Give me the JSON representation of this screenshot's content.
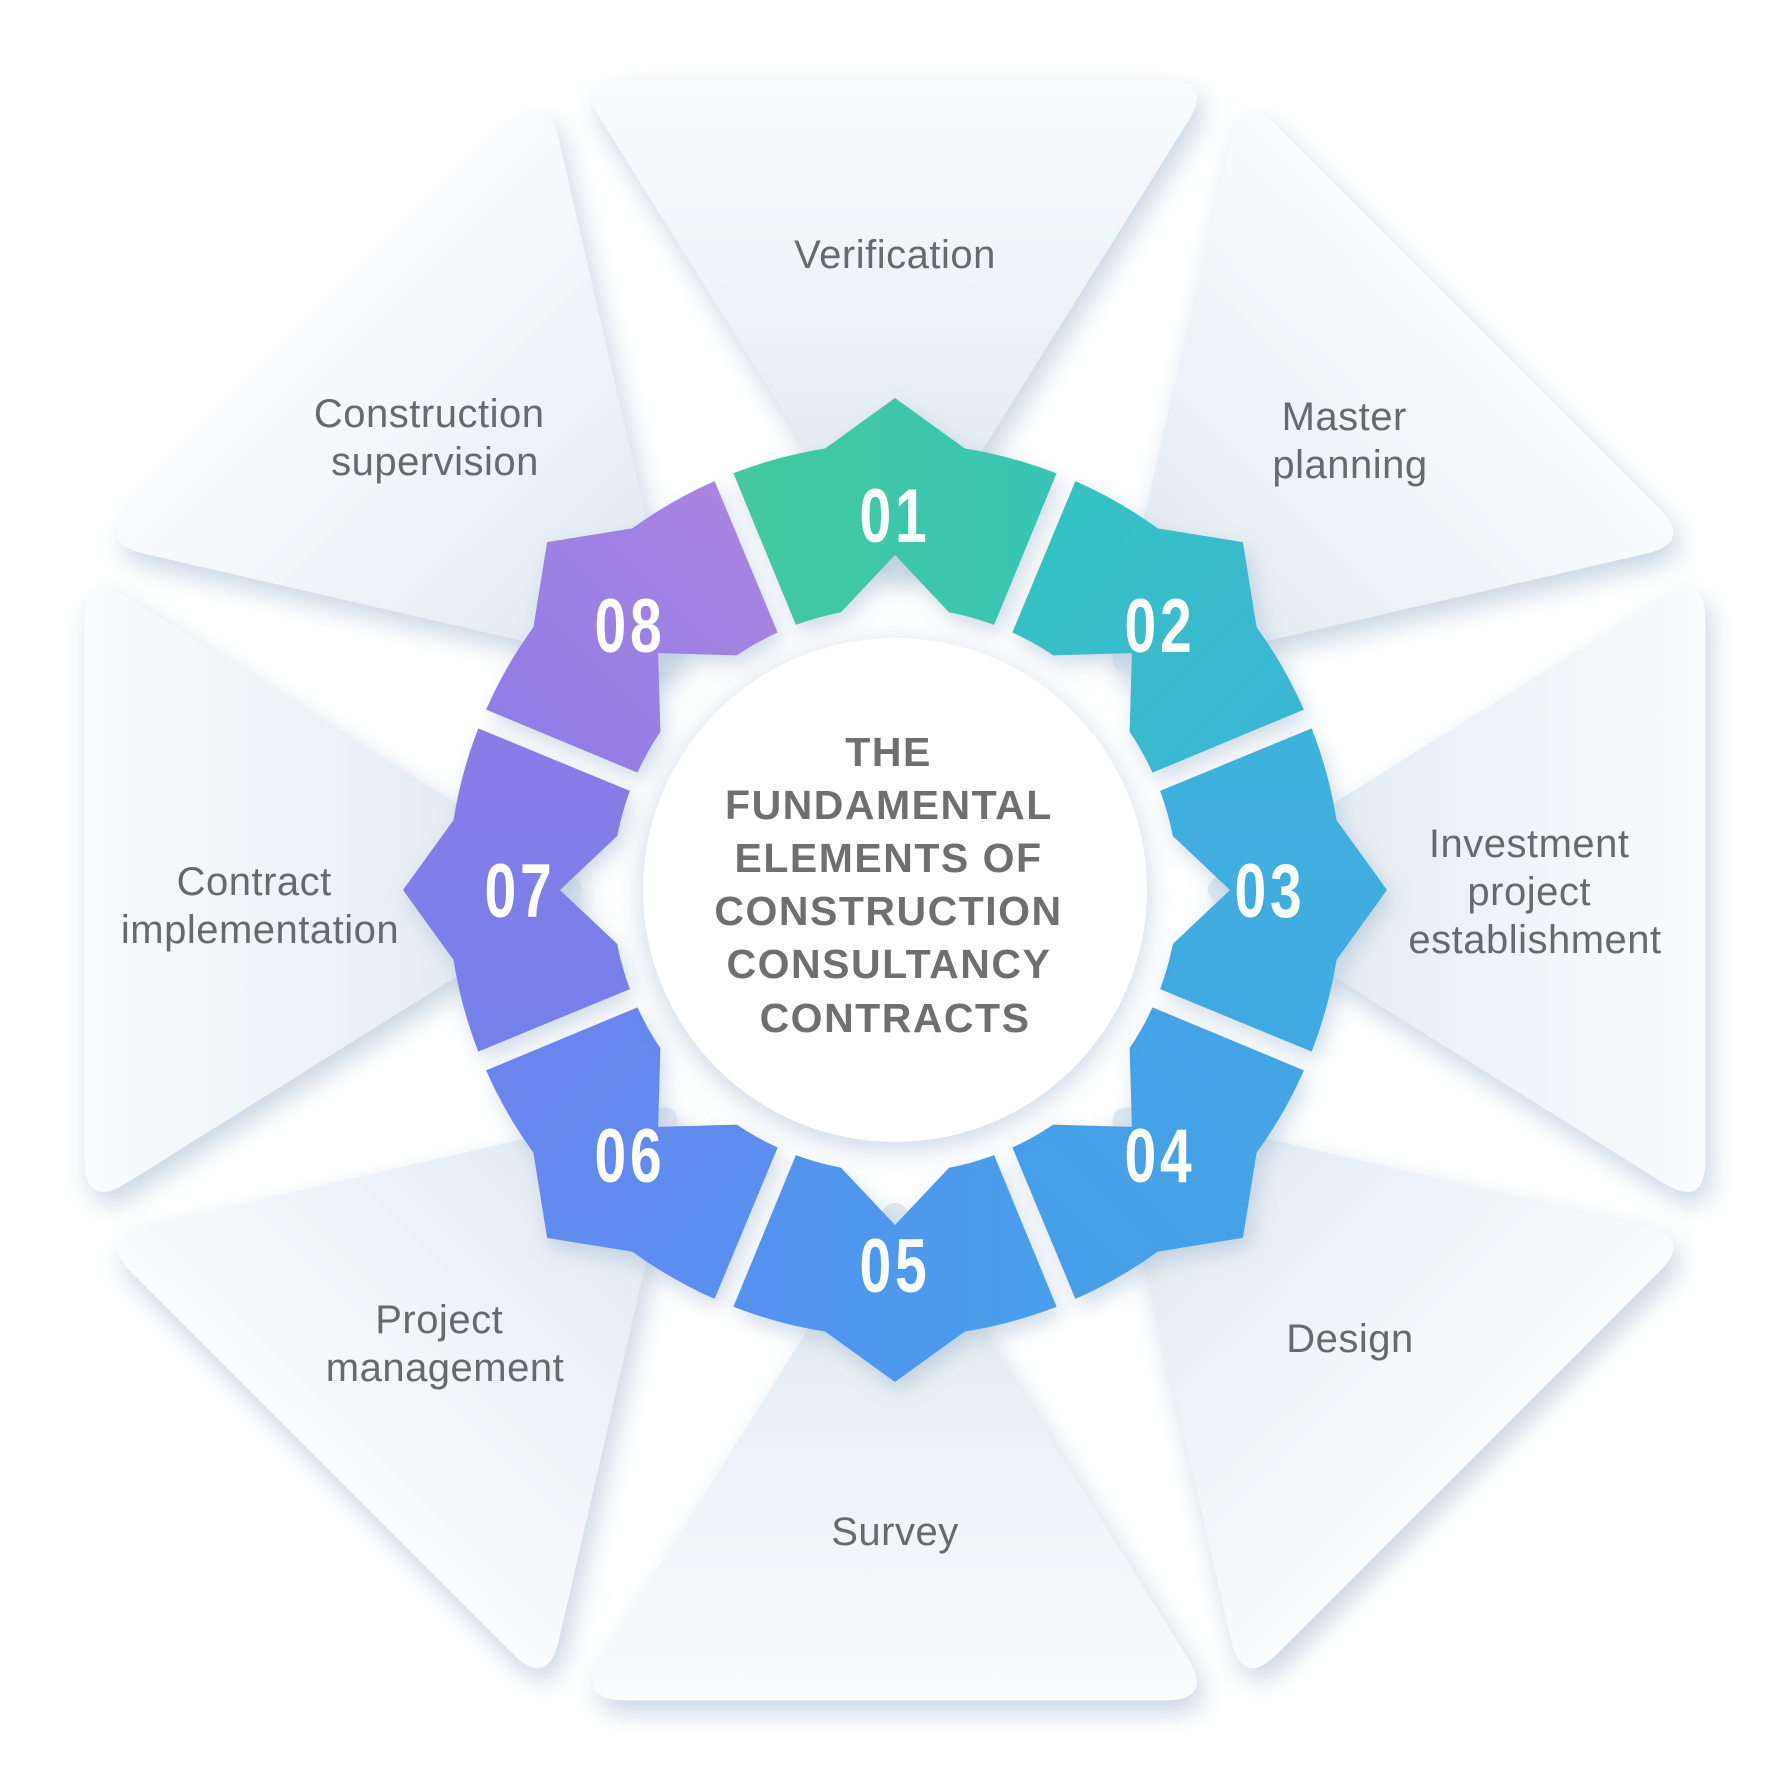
{
  "title": {
    "lines": [
      "THE",
      "FUNDAMENTAL",
      "ELEMENTS OF",
      "CONSTRUCTION",
      "CONSULTANCY",
      "CONTRACTS"
    ]
  },
  "segments": [
    {
      "number": "01",
      "label": "Verification",
      "label_lines": [
        "Verification"
      ],
      "color_start": "#45c89c",
      "color_end": "#37c5b5"
    },
    {
      "number": "02",
      "label": "Master planning",
      "label_lines": [
        "Master",
        "planning"
      ],
      "color_start": "#35c3c2",
      "color_end": "#3bb6d5"
    },
    {
      "number": "03",
      "label": "Investment project establishment",
      "label_lines": [
        "Investment",
        "project",
        "establishment"
      ],
      "color_start": "#3eb2db",
      "color_end": "#41a8e3"
    },
    {
      "number": "04",
      "label": "Design",
      "label_lines": [
        "Design"
      ],
      "color_start": "#43a5e5",
      "color_end": "#479ee9"
    },
    {
      "number": "05",
      "label": "Survey",
      "label_lines": [
        "Survey"
      ],
      "color_start": "#489fea",
      "color_end": "#5591f0"
    },
    {
      "number": "06",
      "label": "Project management",
      "label_lines": [
        "Project",
        "management"
      ],
      "color_start": "#5890f0",
      "color_end": "#6d84ed"
    },
    {
      "number": "07",
      "label": "Contract implementation",
      "label_lines": [
        "Contract",
        "implementation"
      ],
      "color_start": "#7380eb",
      "color_end": "#8b7ce7"
    },
    {
      "number": "08",
      "label": "Construction supervision",
      "label_lines": [
        "Construction",
        "supervision"
      ],
      "color_start": "#8f7de6",
      "color_end": "#aa84e1"
    }
  ],
  "colors": {
    "background": "#ffffff",
    "title_text": "#6f6f6f",
    "label_text": "#67696d",
    "number_text": "#ffffff",
    "petal_outer": "#fbfdfe",
    "petal_inner": "#dce6ef",
    "center_circle": "#ffffff"
  }
}
